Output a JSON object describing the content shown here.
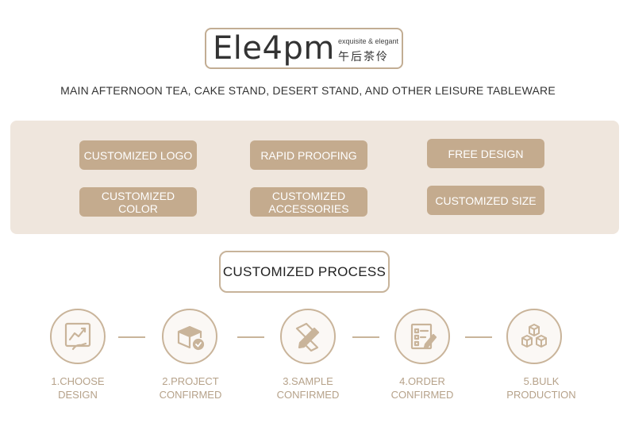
{
  "brand": {
    "name": "Ele4pm",
    "tagline": "exquisite & elegant",
    "chinese_name": "午后茶伶"
  },
  "headline": "MAIN AFTERNOON TEA, CAKE STAND, DESERT STAND, AND OTHER LEISURE TABLEWARE",
  "services": [
    "CUSTOMIZED LOGO",
    "RAPID PROOFING",
    "FREE DESIGN",
    "CUSTOMIZED COLOR",
    "CUSTOMIZED ACCESSORIES",
    "CUSTOMIZED SIZE"
  ],
  "process": {
    "title": "CUSTOMIZED PROCESS",
    "steps": [
      {
        "number": "1.",
        "line1": "CHOOSE",
        "line2": "DESIGN",
        "icon": "chart-hand-icon"
      },
      {
        "number": "2.",
        "line1": "PROJECT",
        "line2": "CONFIRMED",
        "icon": "box-check-icon"
      },
      {
        "number": "3.",
        "line1": "SAMPLE",
        "line2": "CONFIRMED",
        "icon": "pencil-paper-icon"
      },
      {
        "number": "4.",
        "line1": "ORDER",
        "line2": "CONFIRMED",
        "icon": "checklist-pen-icon"
      },
      {
        "number": "5.",
        "line1": "BULK",
        "line2": "PRODUCTION",
        "icon": "stacked-boxes-icon"
      }
    ]
  },
  "colors": {
    "accent": "#c4ab8e",
    "panel": "#efe6dd",
    "step_text": "#b6a28a"
  }
}
